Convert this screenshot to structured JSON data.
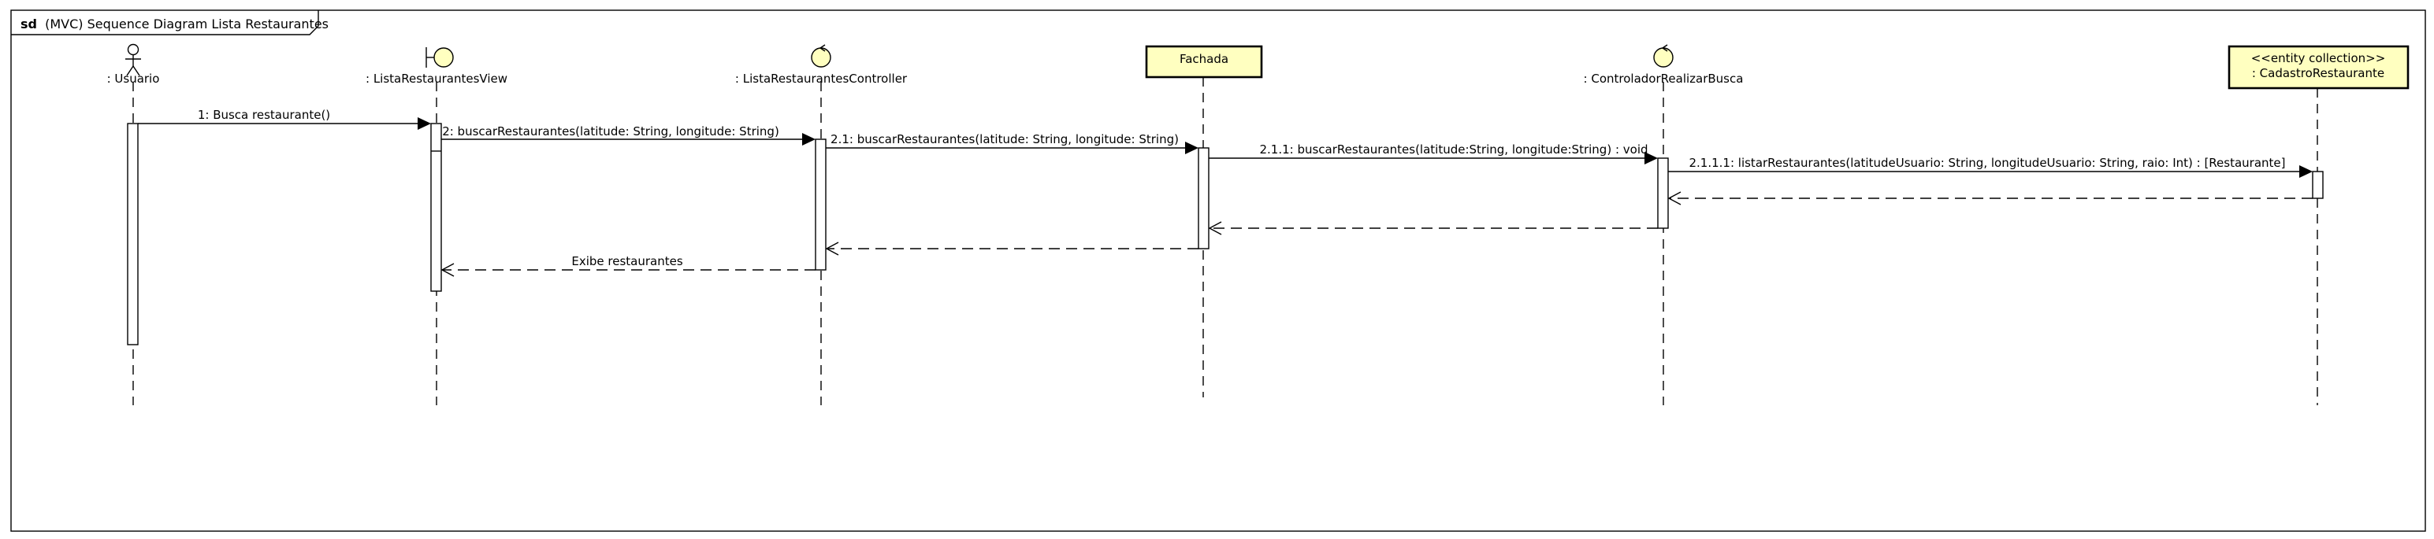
{
  "frame": {
    "keyword": "sd",
    "title": "(MVC) Sequence Diagram Lista Restaurantes"
  },
  "lifelines": [
    {
      "id": "usuario",
      "kind": "actor",
      "name": ": Usuario",
      "stereotype": ""
    },
    {
      "id": "view",
      "kind": "boundary",
      "name": ": ListaRestaurantesView",
      "stereotype": ""
    },
    {
      "id": "controller",
      "kind": "control",
      "name": ": ListaRestaurantesController",
      "stereotype": ""
    },
    {
      "id": "fachada",
      "kind": "box",
      "name": "Fachada",
      "stereotype": ""
    },
    {
      "id": "ctrlbusca",
      "kind": "control",
      "name": ": ControladorRealizarBusca",
      "stereotype": ""
    },
    {
      "id": "cadastro",
      "kind": "box",
      "name": ": CadastroRestaurante",
      "stereotype": "<<entity collection>>"
    }
  ],
  "messages": [
    {
      "label": "1: Busca restaurante()",
      "type": "sync"
    },
    {
      "label": "2: buscarRestaurantes(latitude: String, longitude: String)",
      "type": "sync"
    },
    {
      "label": "2.1: buscarRestaurantes(latitude: String, longitude: String)",
      "type": "sync"
    },
    {
      "label": "2.1.1: buscarRestaurantes(latitude:String, longitude:String) : void",
      "type": "sync"
    },
    {
      "label": "2.1.1.1: listarRestaurantes(latitudeUsuario: String, longitudeUsuario: String, raio: Int) : [Restaurante]",
      "type": "sync"
    },
    {
      "label": "",
      "type": "return"
    },
    {
      "label": "",
      "type": "return"
    },
    {
      "label": "",
      "type": "return"
    },
    {
      "label": "",
      "type": "return"
    },
    {
      "label": "Exibe restaurantes",
      "type": "return"
    }
  ],
  "colors": {
    "participant_fill": "#ffffc0",
    "line": "#000000",
    "background": "#ffffff"
  }
}
